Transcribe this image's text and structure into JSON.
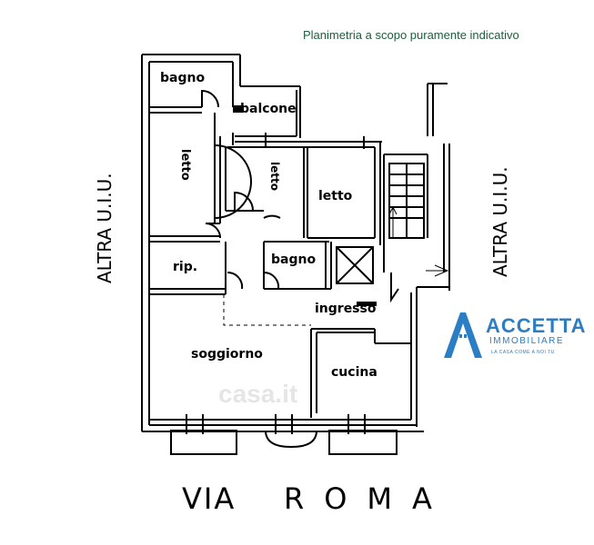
{
  "header": {
    "note": "Planimetria a scopo puramente indicativo"
  },
  "rooms": {
    "bagno_top": "bagno",
    "balcone": "balcone",
    "letto_left": "letto",
    "letto_mid": "letto",
    "letto_right": "letto",
    "rip": "rip.",
    "bagno_mid": "bagno",
    "ingresso": "ingresso",
    "soggiorno": "soggiorno",
    "cucina": "cucina"
  },
  "sides": {
    "left": "ALTRA U.I.U.",
    "right": "ALTRA U.I.U."
  },
  "street": {
    "word1": "VIA",
    "word2": "ROMA"
  },
  "logo": {
    "name": "ACCETTA",
    "subtitle": "IMMOBILIARE",
    "tagline": "LA CASA COME A NOI TU",
    "color": "#2c7ec4"
  },
  "watermark": "casa.it",
  "colors": {
    "walls": "#000000",
    "header_text": "#1f5d3c"
  }
}
